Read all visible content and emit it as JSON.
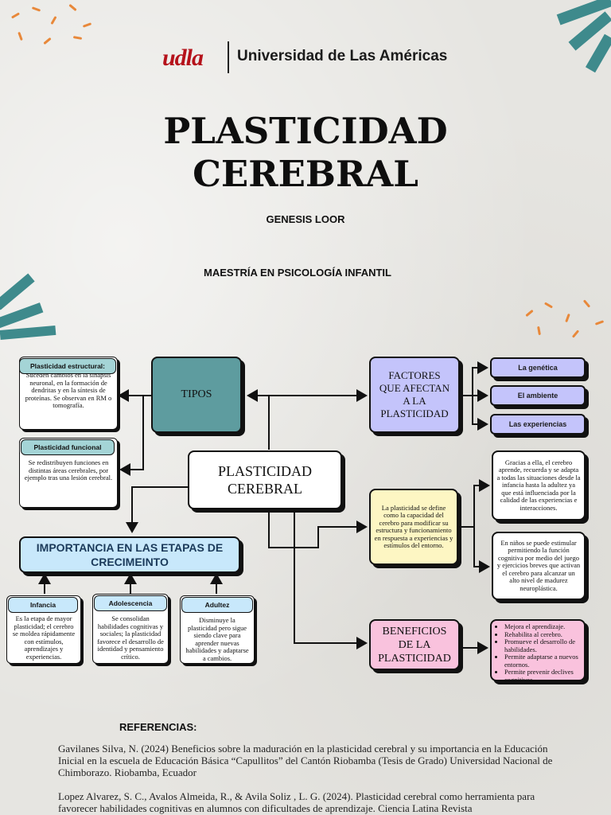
{
  "header": {
    "logo_mark": "udla",
    "university": "Universidad de Las Américas",
    "title_line1": "PLASTICIDAD",
    "title_line2": "CEREBRAL",
    "author": "GENESIS LOOR",
    "program": "MAESTRÍA EN PSICOLOGÍA INFANTIL"
  },
  "diagram": {
    "center": "PLASTICIDAD CEREBRAL",
    "tipos": {
      "label": "TIPOS",
      "items": [
        {
          "title": "Plasticidad estructural:",
          "text": "Suceden cambios en la sinapsis neuronal, en la formación de dendritas y en la síntesis de proteínas. Se observan en RM o tomografía."
        },
        {
          "title": "Plasticidad funcional",
          "text": "Se redistribuyen funciones en distintas áreas cerebrales, por ejemplo tras una lesión cerebral."
        }
      ]
    },
    "factores": {
      "label": "FACTORES QUE AFECTAN A LA PLASTICIDAD",
      "items": [
        "La genética",
        "El ambiente",
        "Las experiencias"
      ]
    },
    "definicion": {
      "text": "La plasticidad se define como la capacidad del cerebro para modificar su estructura y funcionamiento en respuesta a experiencias y estímulos del entorno.",
      "details": [
        "Gracias a ella, el cerebro aprende, recuerda y se adapta a todas las situaciones desde la infancia hasta la adultez ya que está influenciada por la calidad de las experiencias e interacciones.",
        "En niños se puede estimular permitiendo la función cognitiva por medio del juego y ejercicios breves que activan el cerebro para alcanzar un alto nivel de madurez neuroplástica."
      ]
    },
    "beneficios": {
      "label": "BENEFICIOS DE LA PLASTICIDAD",
      "items": [
        "Mejora el aprendizaje.",
        "Rehabilita al cerebro.",
        "Promueve el desarrollo de habilidades.",
        "Permite adaptarse a nuevos entornos.",
        "Permite prevenir declives cognitivos."
      ]
    },
    "etapas": {
      "label": "IMPORTANCIA EN LAS ETAPAS DE CRECIMEINTO",
      "items": [
        {
          "title": "Infancia",
          "text": "Es la etapa de mayor plasticidad; el cerebro se moldea rápidamente con estímulos, aprendizajes y experiencias."
        },
        {
          "title": "Adolescencia",
          "text": "Se consolidan habilidades cognitivas y sociales; la plasticidad favorece el desarrollo de identidad y pensamiento crítico."
        },
        {
          "title": "Adultez",
          "text": "Disminuye la plasticidad pero sigue siendo clave para aprender nuevas habilidades y adaptarse a cambios."
        }
      ]
    }
  },
  "references": {
    "heading": "REFERENCIAS:",
    "items": [
      "Gavilanes Silva, N. (2024) Beneficios sobre la maduración en la plasticidad cerebral y su importancia en la Educación Inicial en la escuela de Educación Básica “Capullitos” del Cantón Riobamba (Tesis de Grado) Universidad Nacional de Chimborazo. Riobamba, Ecuador",
      "Lopez Alvarez, S. C., Avalos Almeida, R., & Avila Soliz , L. G. (2024). Plasticidad cerebral como herramienta para favorecer habilidades cognitivas en alumnos con dificultades de aprendizaje. Ciencia Latina Revista"
    ]
  },
  "colors": {
    "teal": "#5e9c9f",
    "lavender": "#c4c4fb",
    "butter": "#fdf6c3",
    "pink": "#f9c2dd",
    "sky": "#c8e8fb",
    "orange": "#e8883a"
  }
}
